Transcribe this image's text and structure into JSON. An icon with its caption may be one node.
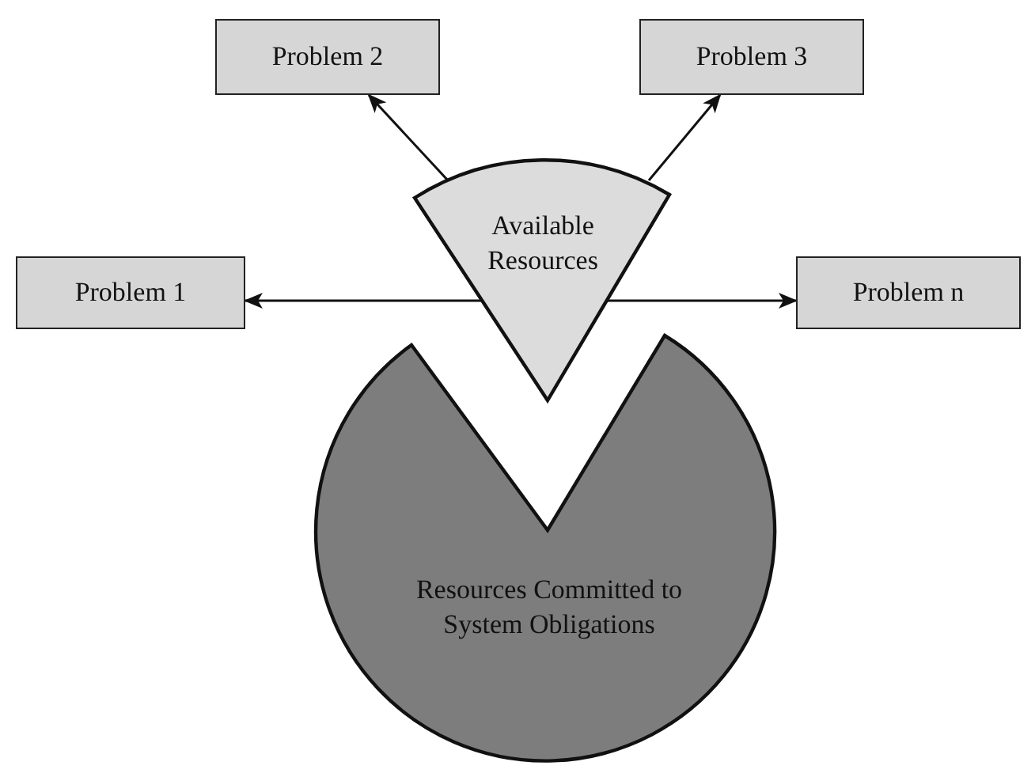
{
  "diagram": {
    "nodes": [
      {
        "text": [
          "Problem 2"
        ]
      },
      {
        "text": [
          "Problem 3"
        ]
      },
      {
        "text": [
          "Available Resources"
        ]
      },
      {
        "text": [
          "Problem 1"
        ]
      },
      {
        "text": [
          "Problem n"
        ]
      },
      {
        "text": [
          "Resources Committed to System Obligations"
        ]
      }
    ],
    "edges": [
      {
        "from": 2,
        "to": 0,
        "arrow": "to"
      },
      {
        "from": 2,
        "to": 1,
        "arrow": "to"
      },
      {
        "from": 2,
        "to": 3,
        "arrow": "to"
      },
      {
        "from": 2,
        "to": 4,
        "arrow": "to"
      }
    ]
  }
}
